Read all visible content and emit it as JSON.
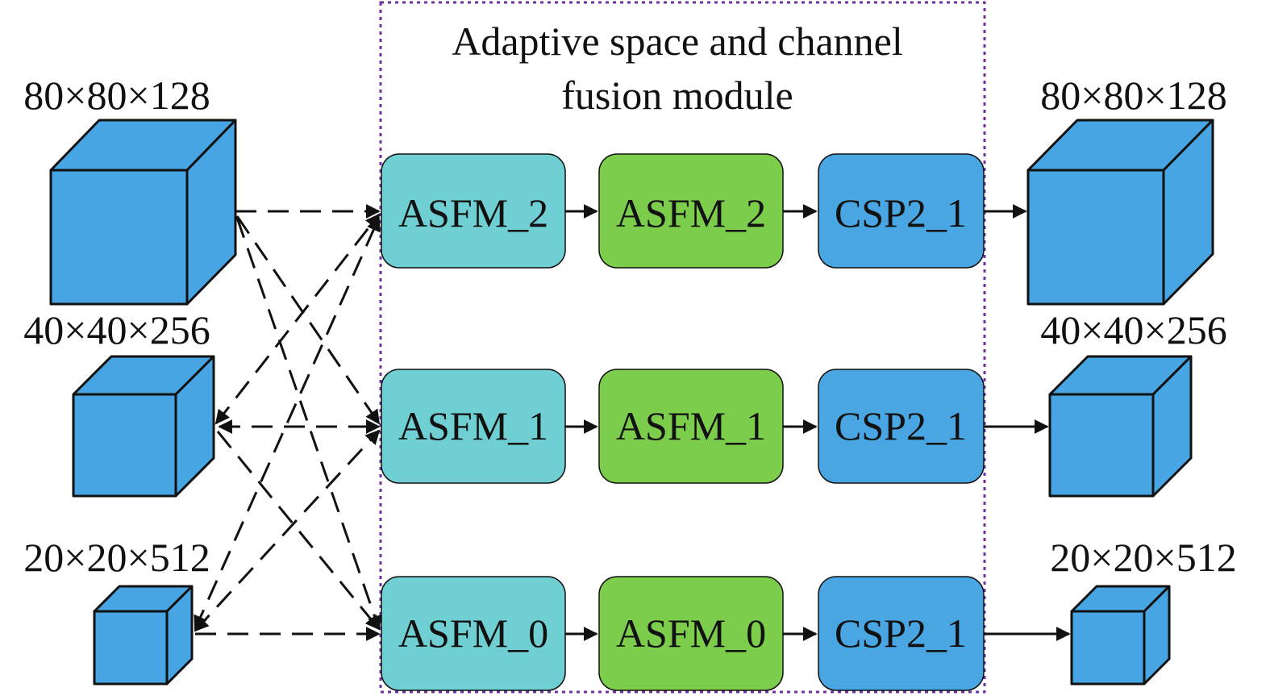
{
  "module": {
    "title_line1": "Adaptive space and channel",
    "title_line2": "fusion module",
    "border_color": "#7030a0"
  },
  "inputs": [
    {
      "label": "80×80×128"
    },
    {
      "label": "40×40×256"
    },
    {
      "label": "20×20×512"
    }
  ],
  "outputs": [
    {
      "label": "80×80×128"
    },
    {
      "label": "40×40×256"
    },
    {
      "label": "20×20×512"
    }
  ],
  "rows": [
    {
      "asfm_a": "ASFM_2",
      "asfm_b": "ASFM_2",
      "csp": "CSP2_1"
    },
    {
      "asfm_a": "ASFM_1",
      "asfm_b": "ASFM_1",
      "csp": "CSP2_1"
    },
    {
      "asfm_a": "ASFM_0",
      "asfm_b": "ASFM_0",
      "csp": "CSP2_1"
    }
  ],
  "colors": {
    "asfm_a": "#70cfd2",
    "asfm_b": "#7ccd4b",
    "csp": "#4aa6e2",
    "cube": "#47a5e3"
  }
}
